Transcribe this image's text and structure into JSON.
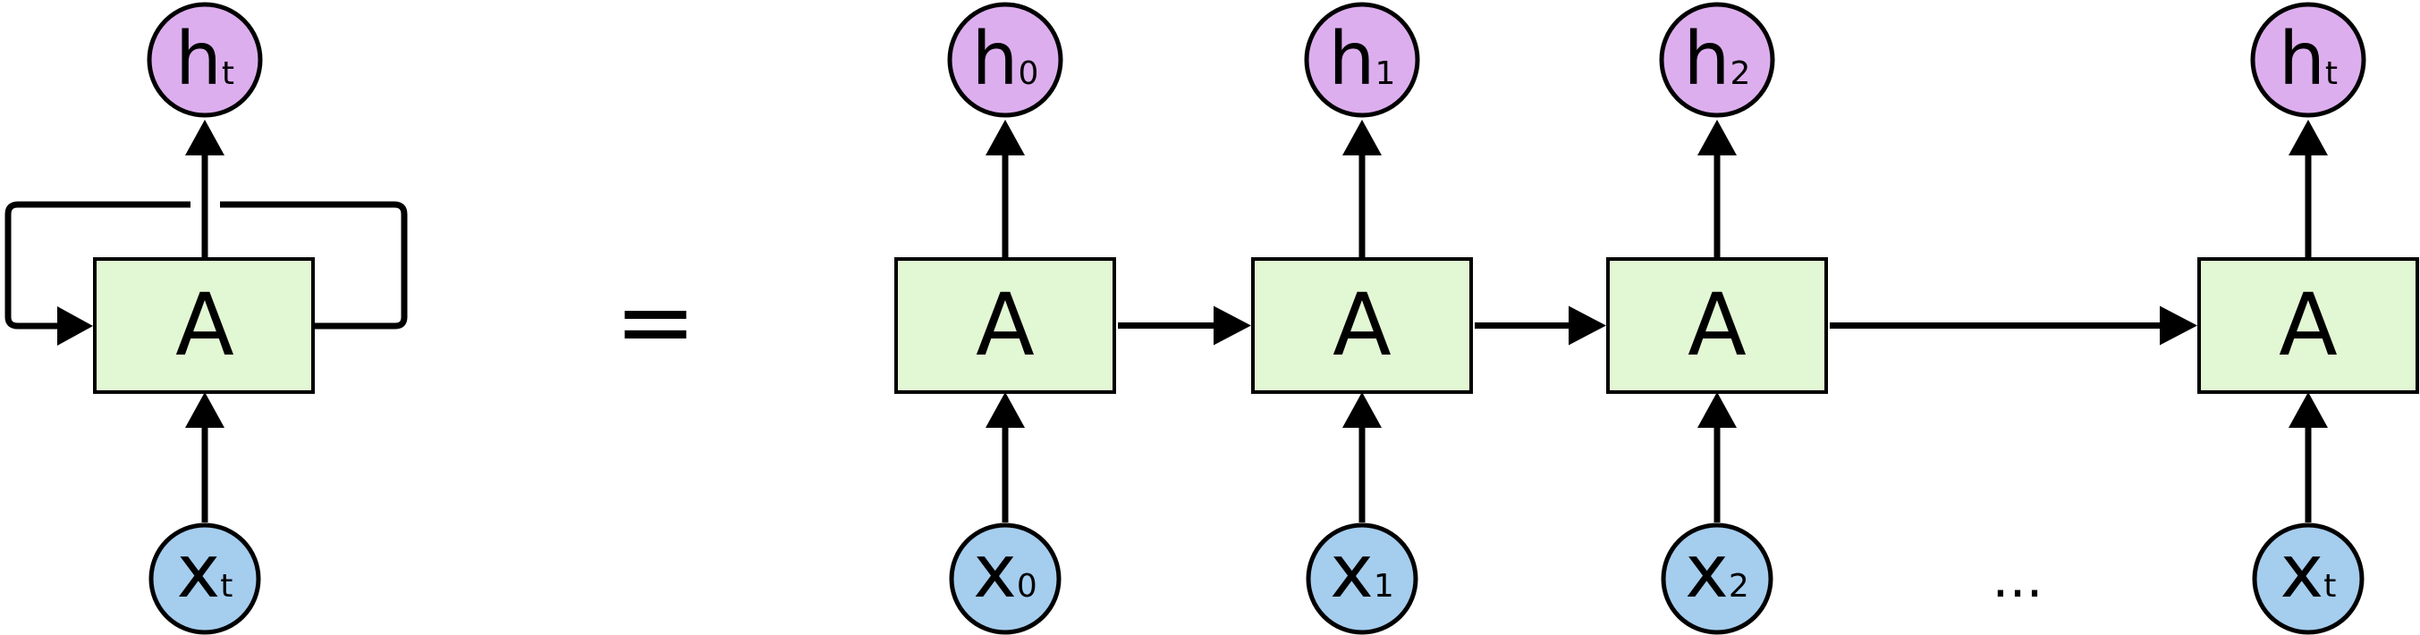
{
  "colors": {
    "cell_fill": "#e2f7d3",
    "hidden_fill": "#ddaeee",
    "input_fill": "#a5cdee",
    "stroke": "#000000",
    "background": "#ffffff"
  },
  "folded": {
    "cell_label": "A",
    "output": {
      "letter": "h",
      "sub": "t"
    },
    "input": {
      "letter": "x",
      "sub": "t"
    }
  },
  "equals": "=",
  "ellipsis": "...",
  "unrolled": [
    {
      "cell_label": "A",
      "output": {
        "letter": "h",
        "sub": "0"
      },
      "input": {
        "letter": "x",
        "sub": "0"
      }
    },
    {
      "cell_label": "A",
      "output": {
        "letter": "h",
        "sub": "1"
      },
      "input": {
        "letter": "x",
        "sub": "1"
      }
    },
    {
      "cell_label": "A",
      "output": {
        "letter": "h",
        "sub": "2"
      },
      "input": {
        "letter": "x",
        "sub": "2"
      }
    },
    {
      "cell_label": "A",
      "output": {
        "letter": "h",
        "sub": "t"
      },
      "input": {
        "letter": "x",
        "sub": "t"
      }
    }
  ]
}
